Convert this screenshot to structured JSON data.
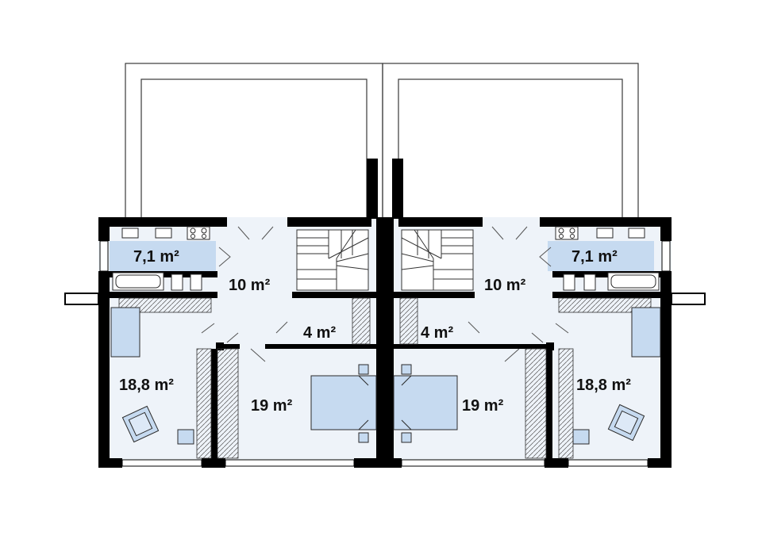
{
  "colors": {
    "wall": "#000000",
    "floor": "#eef3f9",
    "furniture": "#c6daf0",
    "outline": "#2a2a2a",
    "terrace_line": "#3a3a3a",
    "label": "#111111"
  },
  "rooms": {
    "left_bathroom": "7,1 m²",
    "left_hall": "10 m²",
    "left_closet": "4 m²",
    "left_bedroom_small": "18,8 m²",
    "left_bedroom_large": "19 m²",
    "right_bathroom": "7,1 m²",
    "right_hall": "10 m²",
    "right_closet": "4 m²",
    "right_bedroom_small": "18,8 m²",
    "right_bedroom_large": "19 m²"
  },
  "icons": [
    "armchair-icon",
    "chair-icon",
    "bed-icon",
    "bathtub-icon",
    "stove-icon",
    "sink-icon",
    "staircase-icon",
    "door-swing-icon",
    "wardrobe-icon"
  ]
}
